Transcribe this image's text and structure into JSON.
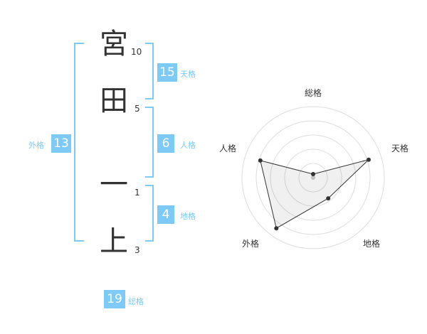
{
  "name": {
    "chars": [
      {
        "char": "宮",
        "strokes": "10"
      },
      {
        "char": "田",
        "strokes": "5"
      },
      {
        "char": "一",
        "strokes": "1"
      },
      {
        "char": "上",
        "strokes": "3"
      }
    ]
  },
  "fortunes": {
    "tenkaku": {
      "label": "天格",
      "value": "15"
    },
    "jinkaku": {
      "label": "人格",
      "value": "6"
    },
    "chikaku": {
      "label": "地格",
      "value": "4"
    },
    "gaikaku": {
      "label": "外格",
      "value": "13"
    },
    "soukaku": {
      "label": "総格",
      "value": "19"
    }
  },
  "radar": {
    "axes": [
      "総格",
      "天格",
      "地格",
      "外格",
      "人格"
    ],
    "values": [
      0.05,
      0.82,
      0.36,
      0.88,
      0.78
    ],
    "accent": "#7ccaf5"
  }
}
